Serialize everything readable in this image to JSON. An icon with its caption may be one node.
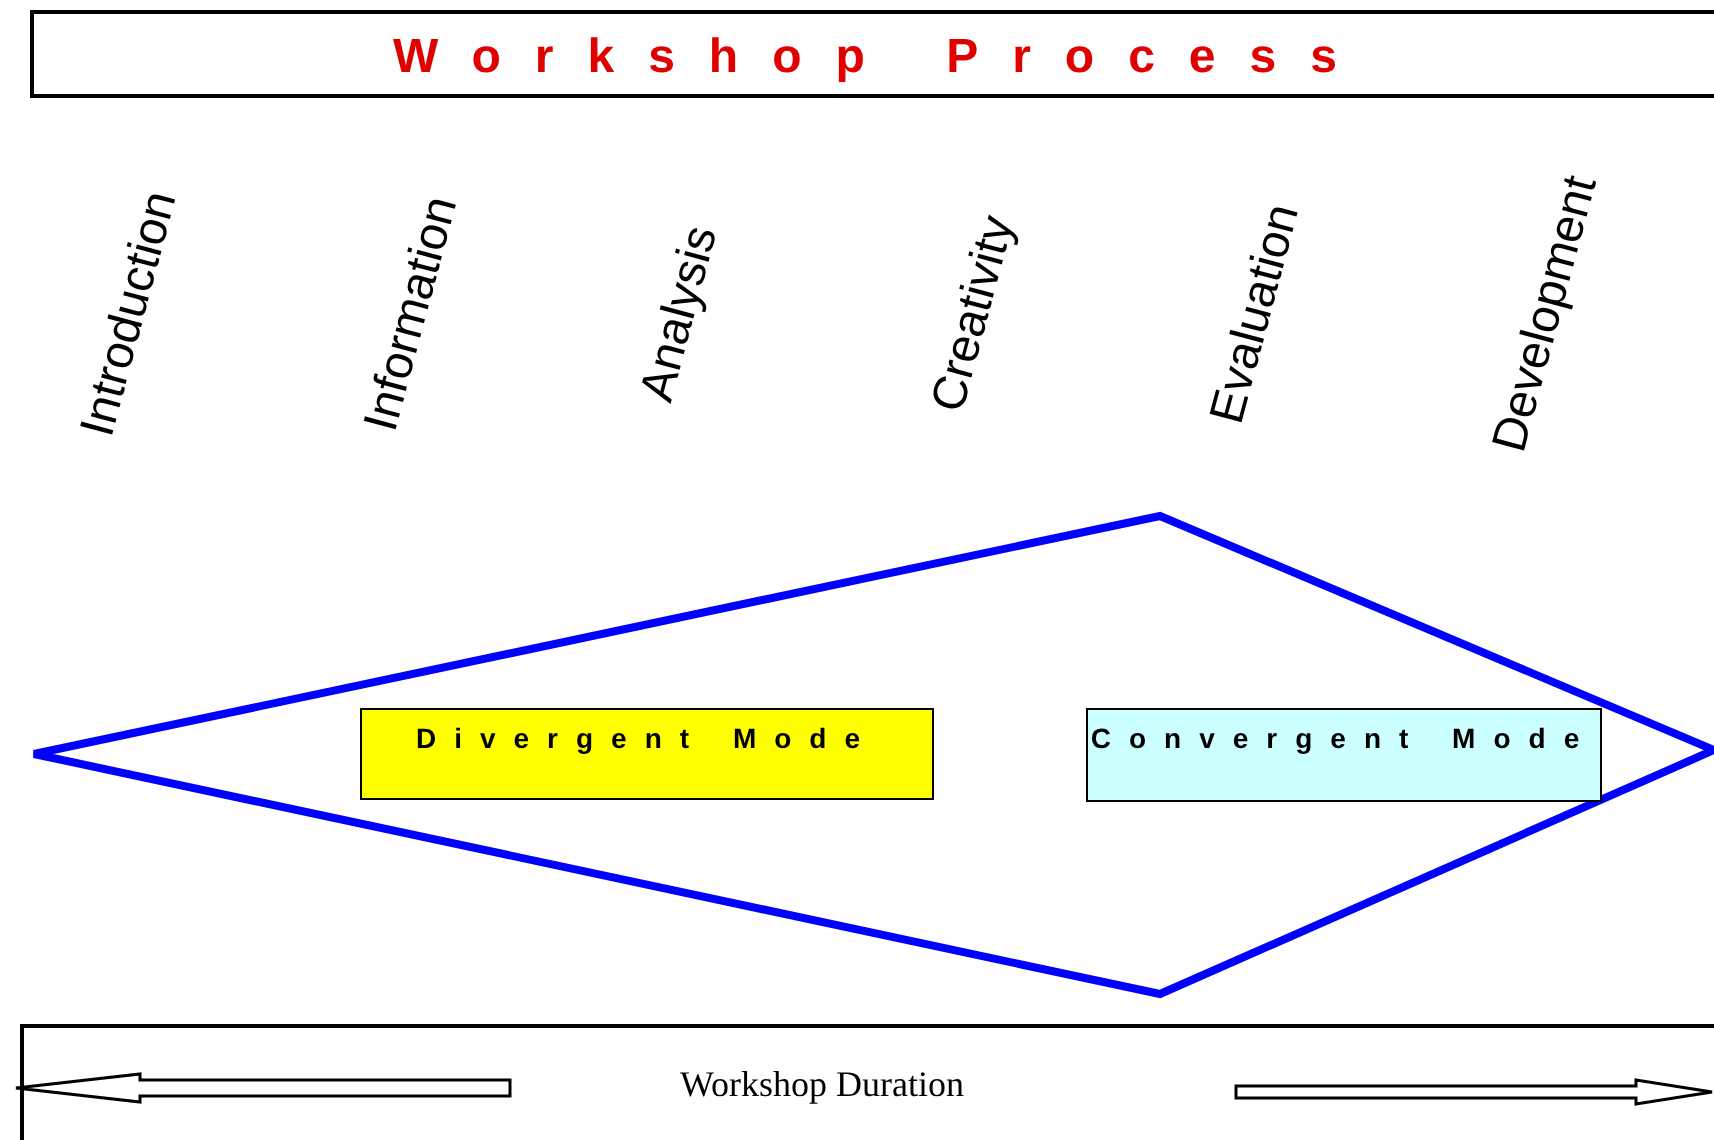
{
  "diagram": {
    "title": "Workshop Process",
    "nodes": [
      {
        "text": [],
        "shape": "diamond"
      },
      {
        "text": [
          "Divergent Mode"
        ],
        "in": 0
      },
      {
        "text": [
          "Convergent Mode"
        ],
        "in": 0
      }
    ],
    "labels": [
      "Introduction",
      "Information",
      "Analysis",
      "Creativity",
      "Evaluation",
      "Development",
      "Workshop Duration"
    ]
  }
}
